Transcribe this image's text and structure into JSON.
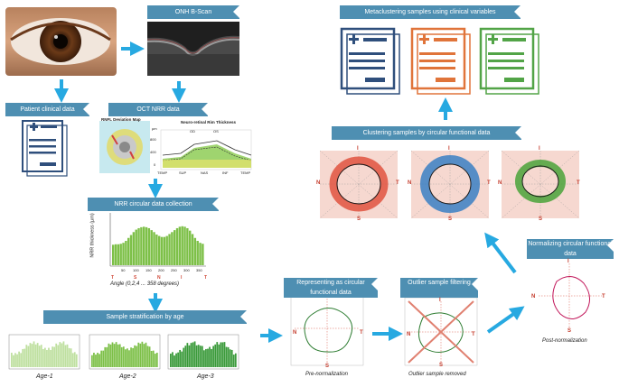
{
  "banners": {
    "onh": "ONH B-Scan",
    "clinical": "Patient clinical data",
    "oct": "OCT NRR data",
    "nrr_collect": "NRR circular data collection",
    "strat": "Sample stratification by age",
    "represent": "Representing as circular functional data",
    "outlier": "Outlier sample filtering",
    "normalize": "Normalizing circular functional data",
    "cluster": "Clustering samples by circular functional data",
    "meta": "Metaclustering samples using clinical variables"
  },
  "oct_panel": {
    "rnfl_title": "RNFL Deviation Map",
    "nrr_title": "Neuro-retinal Rim Thickness",
    "unit": "µm",
    "legend_od": "OD",
    "legend_os": "OS",
    "yticks": [
      "800",
      "400",
      "0"
    ],
    "xticks": [
      "TEMP",
      "SUP",
      "NAS",
      "INF",
      "TEMP"
    ]
  },
  "nrr_chart": {
    "ylabel": "NRR thickness (µm)",
    "xticks": [
      "50",
      "100",
      "150",
      "200",
      "250",
      "300",
      "350"
    ],
    "sectors": [
      "T",
      "S",
      "N",
      "I",
      "T"
    ],
    "xlabel": "Angle (0,2,4 ... 358 degrees)"
  },
  "age_labels": [
    "Age-1",
    "Age-2",
    "Age-3"
  ],
  "polar": {
    "N": "N",
    "T": "T",
    "S": "S",
    "I": "I"
  },
  "captions": {
    "pre": "Pre-normalization",
    "removed": "Outlier sample removed",
    "post": "Post-normalization"
  },
  "colors": {
    "banner": "#4e8fb2",
    "arrow": "#27a9e1",
    "doc_blue": "#2f4f7c",
    "doc_orange": "#e0743a",
    "doc_green": "#52a447",
    "cluster_red": "#e0533f",
    "cluster_blue": "#3a80c4",
    "cluster_green": "#4aa33a",
    "bar_green": "#7dc048",
    "polar_bg": "#f6d8d0"
  },
  "chart_data": {
    "type": "bar",
    "x_range": [
      0,
      358
    ],
    "y_range": [
      0,
      1
    ],
    "values_note": "",
    "values": [
      0.42,
      0.43,
      0.43,
      0.44,
      0.46,
      0.5,
      0.56,
      0.62,
      0.68,
      0.73,
      0.76,
      0.78,
      0.79,
      0.78,
      0.76,
      0.72,
      0.68,
      0.63,
      0.6,
      0.58,
      0.58,
      0.6,
      0.64,
      0.68,
      0.72,
      0.76,
      0.79,
      0.8,
      0.79,
      0.76,
      0.71,
      0.64,
      0.56,
      0.5,
      0.46,
      0.44
    ]
  }
}
